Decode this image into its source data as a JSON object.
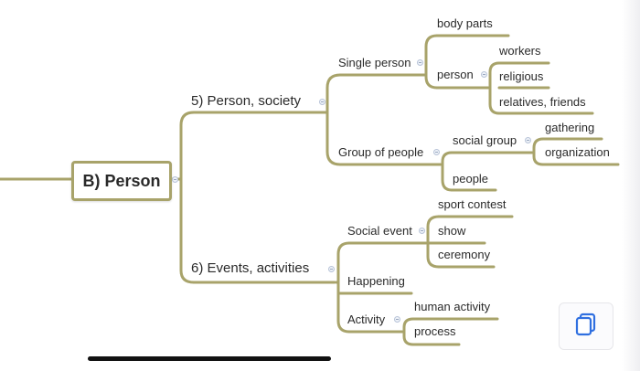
{
  "mindmap": {
    "root": "B) Person",
    "branches": [
      {
        "label": "5) Person, society",
        "children": [
          {
            "label": "Single person"
          },
          {
            "label": "body parts"
          },
          {
            "label": "person"
          },
          {
            "label": "workers"
          },
          {
            "label": "religious"
          },
          {
            "label": "relatives, friends"
          },
          {
            "label": "Group of people"
          },
          {
            "label": "social group"
          },
          {
            "label": "gathering"
          },
          {
            "label": "organization"
          },
          {
            "label": "people"
          }
        ]
      },
      {
        "label": "6) Events, activities",
        "children": [
          {
            "label": "Social event"
          },
          {
            "label": "sport contest"
          },
          {
            "label": "show"
          },
          {
            "label": "ceremony"
          },
          {
            "label": "Happening"
          },
          {
            "label": "Activity"
          },
          {
            "label": "human activity"
          },
          {
            "label": "process"
          }
        ]
      }
    ]
  },
  "colors": {
    "connector": "#a8a36a",
    "text": "#2a2a2a",
    "collapse_dot": "#b8c4d8",
    "accent": "#2f6fe0"
  },
  "icons": {
    "copy_button": "copy-icon",
    "collapse": "collapse-toggle-icon"
  }
}
